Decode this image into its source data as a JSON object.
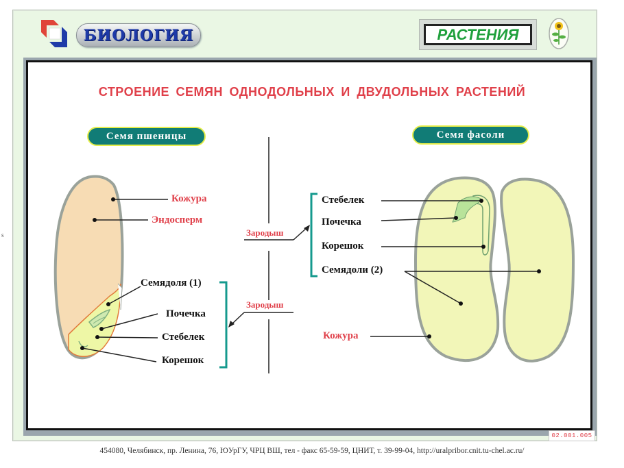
{
  "header": {
    "subject_label": "БИОЛОГИЯ",
    "section_label": "РАСТЕНИЯ",
    "logo_icon": "publisher-logo-icon",
    "emblem_icon": "sunflower-icon"
  },
  "diagram": {
    "title": "СТРОЕНИЕ СЕМЯН ОДНОДОЛЬНЫХ И ДВУДОЛЬНЫХ РАСТЕНИЙ",
    "wheat": {
      "heading": "Семя пшеницы",
      "labels": {
        "seed_coat": "Кожура",
        "endosperm": "Эндосперм",
        "cotyledon": "Семядоля (1)",
        "bud": "Почечка",
        "stem": "Стебелек",
        "root": "Корешок"
      },
      "embryo_label": "Зародыш"
    },
    "bean": {
      "heading": "Семя фасоли",
      "labels": {
        "stem": "Стебелек",
        "bud": "Почечка",
        "root": "Корешок",
        "cotyledons": "Семядоли (2)",
        "seed_coat": "Кожура"
      },
      "embryo_label": "Зародыш"
    },
    "colors": {
      "title_red": "#e0404a",
      "pill_teal": "#117c76",
      "bracket_teal": "#159a8e",
      "endosperm_fill": "#f7dcb4",
      "embryo_fill": "#eef7a6",
      "coat_gray": "#9aa29a"
    }
  },
  "footer": {
    "slide_code": "02.001.005",
    "address": "454080, Челябинск, пр. Ленина, 76, ЮУрГУ, ЧРЦ ВШ, тел - факс 65-59-59, ЦНИТ, т. 39-99-04, http://uralpribor.cnit.tu-chel.ac.ru/"
  },
  "side_mark": "s"
}
